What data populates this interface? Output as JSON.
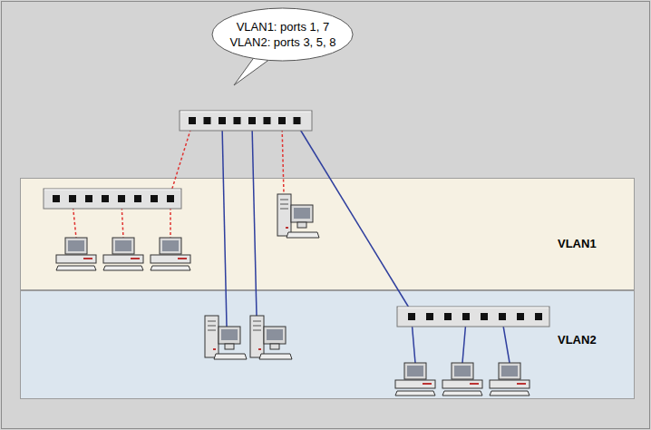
{
  "diagram": {
    "nodes": [
      {
        "text": [
          "VLAN1: ports 1, 7",
          "VLAN2: ports 3, 5, 8"
        ]
      },
      {
        "text": [
          "VLAN1"
        ]
      },
      {
        "text": [
          "VLAN2"
        ]
      }
    ]
  }
}
